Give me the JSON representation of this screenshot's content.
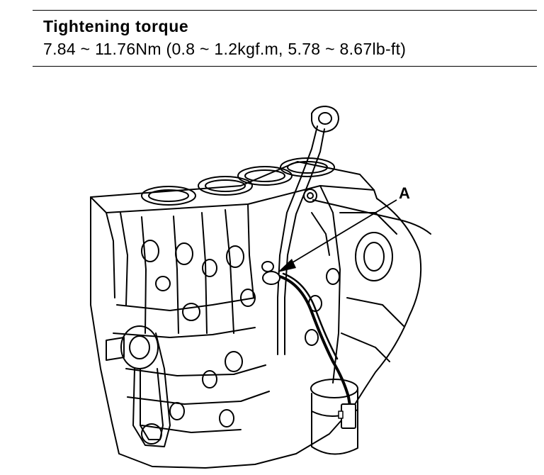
{
  "spec": {
    "title": "Tightening torque",
    "value": "7.84 ~ 11.76Nm (0.8 ~ 1.2kgf.m, 5.78 ~ 8.67lb-ft)"
  },
  "figure": {
    "callout_label": "A"
  }
}
